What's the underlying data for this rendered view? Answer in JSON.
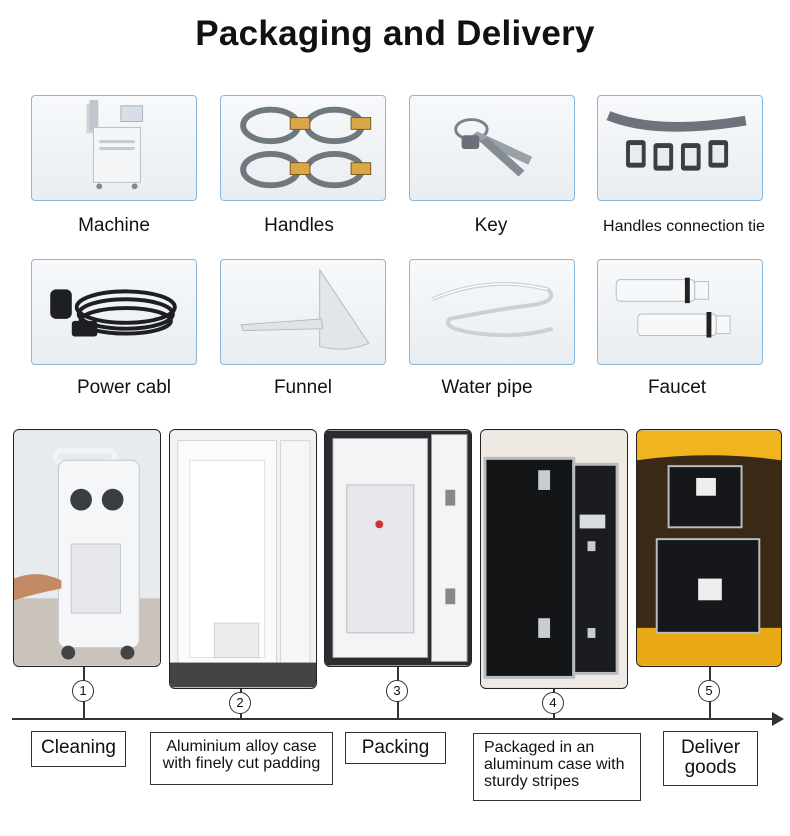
{
  "page": {
    "title": "Packaging and Delivery"
  },
  "accessories": [
    {
      "label": "Machine"
    },
    {
      "label": "Handles"
    },
    {
      "label": "Key"
    },
    {
      "label": "Handles connection tie"
    },
    {
      "label": "Power cabl"
    },
    {
      "label": "Funnel"
    },
    {
      "label": "Water pipe"
    },
    {
      "label": "Faucet"
    }
  ],
  "steps": [
    {
      "number": "1",
      "label": "Cleaning"
    },
    {
      "number": "2",
      "label": "Aluminium alloy case with finely cut padding"
    },
    {
      "number": "3",
      "label": "Packing"
    },
    {
      "number": "4",
      "label": "Packaged in an aluminum case with sturdy stripes"
    },
    {
      "number": "5",
      "label": "Deliver goods"
    }
  ],
  "colors": {
    "card_border": "#8ab6dc",
    "line": "#333333",
    "text": "#111111"
  }
}
